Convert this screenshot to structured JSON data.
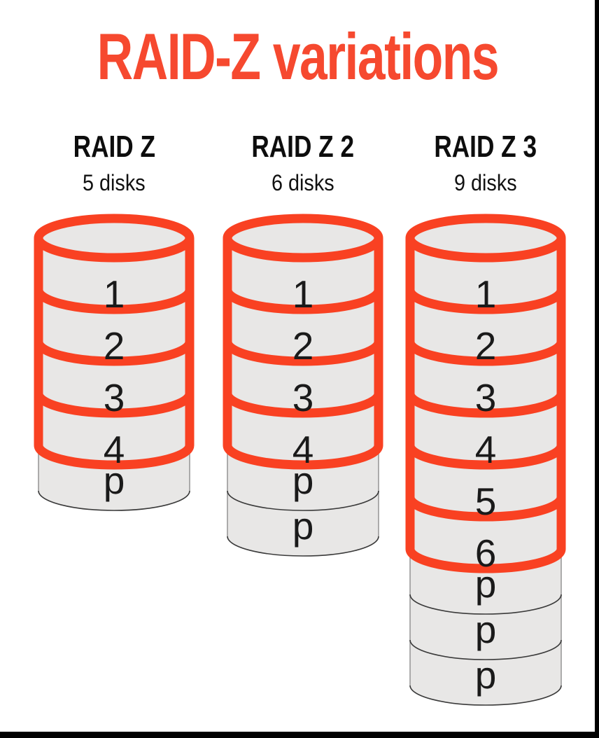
{
  "title": {
    "text": "RAID-Z variations"
  },
  "colors": {
    "accent_red": "#f94122",
    "title_red": "#f6492f",
    "disk_fill": "#e8e7e6",
    "edge_dark": "#3a3a3a",
    "edge_gray": "#999999",
    "label_black": "#1a1a1a",
    "border_black": "#000000"
  },
  "stacks": [
    {
      "name": "RAID Z",
      "disks": "5 disks",
      "data_layers": [
        "1",
        "2",
        "3",
        "4"
      ],
      "parity_layers": [
        "p"
      ]
    },
    {
      "name": "RAID Z 2",
      "disks": "6 disks",
      "data_layers": [
        "1",
        "2",
        "3",
        "4"
      ],
      "parity_layers": [
        "p",
        "p"
      ]
    },
    {
      "name": "RAID Z 3",
      "disks": "9 disks",
      "data_layers": [
        "1",
        "2",
        "3",
        "4",
        "5",
        "6"
      ],
      "parity_layers": [
        "p",
        "p",
        "p"
      ]
    }
  ]
}
